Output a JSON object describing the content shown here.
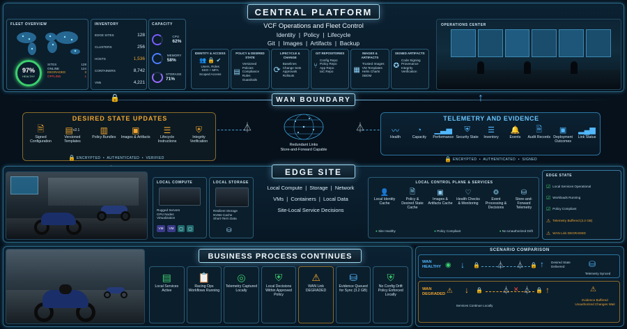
{
  "central": {
    "banner": "CENTRAL PLATFORM",
    "subtitle": "VCF Operations and Fleet Control",
    "line1": "Identity  |  Policy  |  Lifecycle",
    "line2": "Git  |  Images  |  Artifacts  |  Backup",
    "fleet": {
      "title": "FLEET OVERVIEW",
      "pct": "97%",
      "pct_label": "HEALTHY",
      "rows": [
        {
          "label": "SITES",
          "value": "128"
        },
        {
          "label": "ONLINE",
          "value": "124"
        },
        {
          "label": "DEGRADED",
          "value": "3"
        },
        {
          "label": "OFFLINE",
          "value": "1"
        }
      ]
    },
    "inventory": {
      "title": "INVENTORY",
      "rows": [
        {
          "label": "EDGE SITES",
          "value": "128"
        },
        {
          "label": "CLUSTERS",
          "value": "256"
        },
        {
          "label": "HOSTS",
          "value": "1,536"
        },
        {
          "label": "CONTAINERS",
          "value": "8,742"
        },
        {
          "label": "VMs",
          "value": "4,221"
        }
      ]
    },
    "capacity": {
      "title": "CAPACITY",
      "rows": [
        {
          "label": "CPU",
          "value": "62%",
          "frac": 0.62
        },
        {
          "label": "MEMORY",
          "value": "58%",
          "frac": 0.58
        },
        {
          "label": "STORAGE",
          "value": "71%",
          "frac": 0.71
        }
      ]
    },
    "modules": [
      {
        "title": "IDENTITY & ACCESS",
        "lines": [
          "Users, Roles",
          "SSO + MFA",
          "Scoped Access"
        ]
      },
      {
        "title": "POLICY & DESIRED STATE",
        "lines": [
          "Versioned Policies",
          "Compliance Rules",
          "Guardrails"
        ]
      },
      {
        "title": "LIFECYCLE & CHANGE",
        "lines": [
          "Baselines",
          "Change Sets",
          "Approvals",
          "Rollouts"
        ]
      },
      {
        "title": "GIT REPOSITORIES",
        "lines": [
          "Config Repo",
          "Policy Repo",
          "App Repo",
          "IaC Repo"
        ]
      },
      {
        "title": "IMAGES & ARTIFACTS",
        "lines": [
          "Trusted Images",
          "VM Templates",
          "Helm Charts",
          "SBOM"
        ]
      },
      {
        "title": "SIGNED ARTIFACTS",
        "lines": [
          "Code Signing",
          "Provenance",
          "Integrity",
          "Verification"
        ]
      }
    ],
    "ops_center": "OPERATIONS CENTER"
  },
  "wan": {
    "banner": "WAN BOUNDARY",
    "center_text": "Redundant Links\nStore-and-Forward Capable"
  },
  "desired": {
    "title": "DESIRED STATE UPDATES",
    "items": [
      "Signed Configuration",
      "Versioned Templates",
      "Policy Bundles",
      "Images & Artifacts",
      "Lifecycle Instructions",
      "Integrity Verification"
    ],
    "version_tag": "v2.1",
    "footer": "ENCRYPTED  •  AUTHENTICATED  •  VERIFIED"
  },
  "telemetry": {
    "title": "TELEMETRY AND EVIDENCE",
    "items": [
      "Health",
      "Capacity",
      "Performance",
      "Security State",
      "Inventory",
      "Events",
      "Audit Records",
      "Deployment Outcomes",
      "Link Status"
    ],
    "footer": "ENCRYPTED  •  AUTHENTICATED  •  SIGNED"
  },
  "edge": {
    "banner": "EDGE SITE",
    "line1": "Local Compute  |  Storage  |  Network",
    "line2": "VMs  |  Containers  |  Local Data",
    "line3": "Site-Local Service Decisions",
    "compute": {
      "title": "LOCAL COMPUTE",
      "lines": [
        "Rugged Servers",
        "GPU Nodes",
        "Virtualization"
      ],
      "chips": [
        "VM",
        "VM"
      ]
    },
    "storage": {
      "title": "LOCAL STORAGE",
      "lines": [
        "Resilient Storage",
        "NVMe Cache",
        "Short-Term Data"
      ]
    },
    "control": {
      "title": "LOCAL CONTROL PLANE & SERVICES",
      "items": [
        "Local Identity Cache",
        "Policy & Desired State Cache",
        "Images & Artifacts Cache",
        "Health Checks & Monitoring",
        "Event Processing & Decisions",
        "Store-and-Forward Telemetry"
      ],
      "status": [
        "Site Healthy",
        "Policy Compliant",
        "No Unauthorized Drift"
      ]
    },
    "state": {
      "title": "EDGE STATE",
      "rows": [
        "Local Services Operational",
        "Workloads Running",
        "Policy Compliant",
        "Telemetry Buffered (3.2 GB)",
        "WAN Link DEGRADED"
      ]
    }
  },
  "business": {
    "banner": "BUSINESS PROCESS CONTINUES",
    "items": [
      {
        "label": "Local Services Active",
        "tone": "green"
      },
      {
        "label": "Racing Ops Workflows Running",
        "tone": "green"
      },
      {
        "label": "Telemetry Captured Locally",
        "tone": "green"
      },
      {
        "label": "Local Decisions Within Approved Policy",
        "tone": "green"
      },
      {
        "label": "WAN Link DEGRADED",
        "tone": "amber"
      },
      {
        "label": "Evidence Queued for Sync (3.2 GB)",
        "tone": "blue"
      },
      {
        "label": "No Config Drift Policy Enforced Locally",
        "tone": "green"
      }
    ]
  },
  "scenario": {
    "title": "SCENARIO COMPARISON",
    "healthy": {
      "label": "WAN HEALTHY",
      "delivered": "Desired State Delivered",
      "synced": "Telemetry Synced"
    },
    "degraded": {
      "label": "WAN DEGRADED",
      "continue": "Services Continue Locally",
      "buffered": "Evidence Buffered Unauthorized Changes Wait"
    }
  },
  "colors": {
    "accent": "#52b8ff",
    "amber": "#f0a630",
    "green": "#3ccf6e",
    "red": "#ff4a3a"
  }
}
